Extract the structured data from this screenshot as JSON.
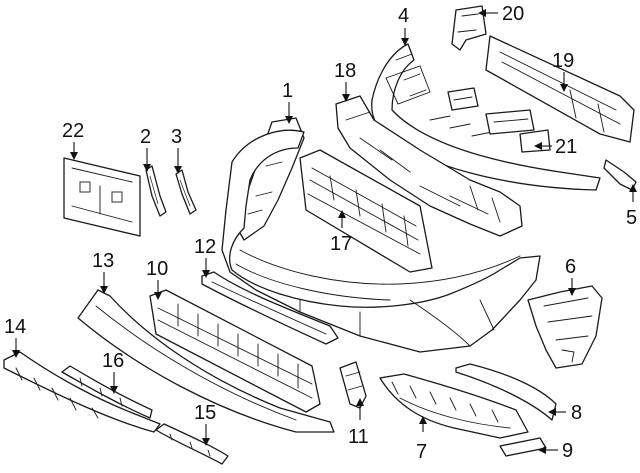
{
  "callouts": [
    "1",
    "2",
    "3",
    "4",
    "5",
    "6",
    "7",
    "8",
    "9",
    "10",
    "11",
    "12",
    "13",
    "14",
    "15",
    "16",
    "17",
    "18",
    "19",
    "20",
    "21",
    "22"
  ],
  "colors": {
    "line": "#1a1a1a",
    "background": "#ffffff"
  }
}
